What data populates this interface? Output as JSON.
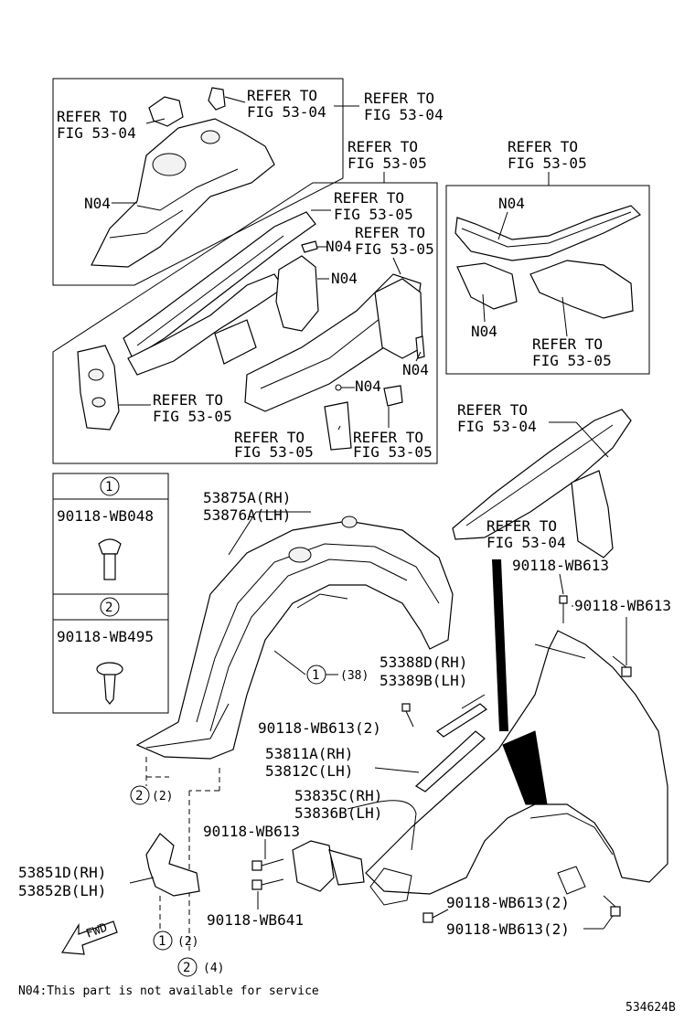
{
  "diagram": {
    "refer_fig_53_04": "REFER TO FIG 53-04",
    "refer_fig_53_05": "REFER TO FIG 53-05",
    "refer_to": "REFER TO",
    "fig_53_04": "FIG 53-04",
    "fig_53_05": "FIG 53-05",
    "n04": "N04",
    "legend": {
      "item1": {
        "num": "1",
        "part": "90118-WB048"
      },
      "item2": {
        "num": "2",
        "part": "90118-WB495"
      }
    },
    "parts": {
      "p53875A": "53875A(RH)",
      "p53876A": "53876A(LH)",
      "p53388D": "53388D(RH)",
      "p53389B": "53389B(LH)",
      "p53811A": "53811A(RH)",
      "p53812C": "53812C(LH)",
      "p53835C": "53835C(RH)",
      "p53836B": "53836B(LH)",
      "p53851D": "53851D(RH)",
      "p53852B": "53852B(LH)",
      "wb613": "90118-WB613",
      "wb613_2": "90118-WB613(2)",
      "wb641": "90118-WB641"
    },
    "callouts": {
      "c1_qty": "(38)",
      "c2_qty": "(2)",
      "c1_small": "(2)",
      "c2_small": "(4)",
      "one": "1",
      "two": "2"
    },
    "fwd": "FWD",
    "footnote": "N04:This part is not available for service",
    "diagram_id": "534624B"
  }
}
